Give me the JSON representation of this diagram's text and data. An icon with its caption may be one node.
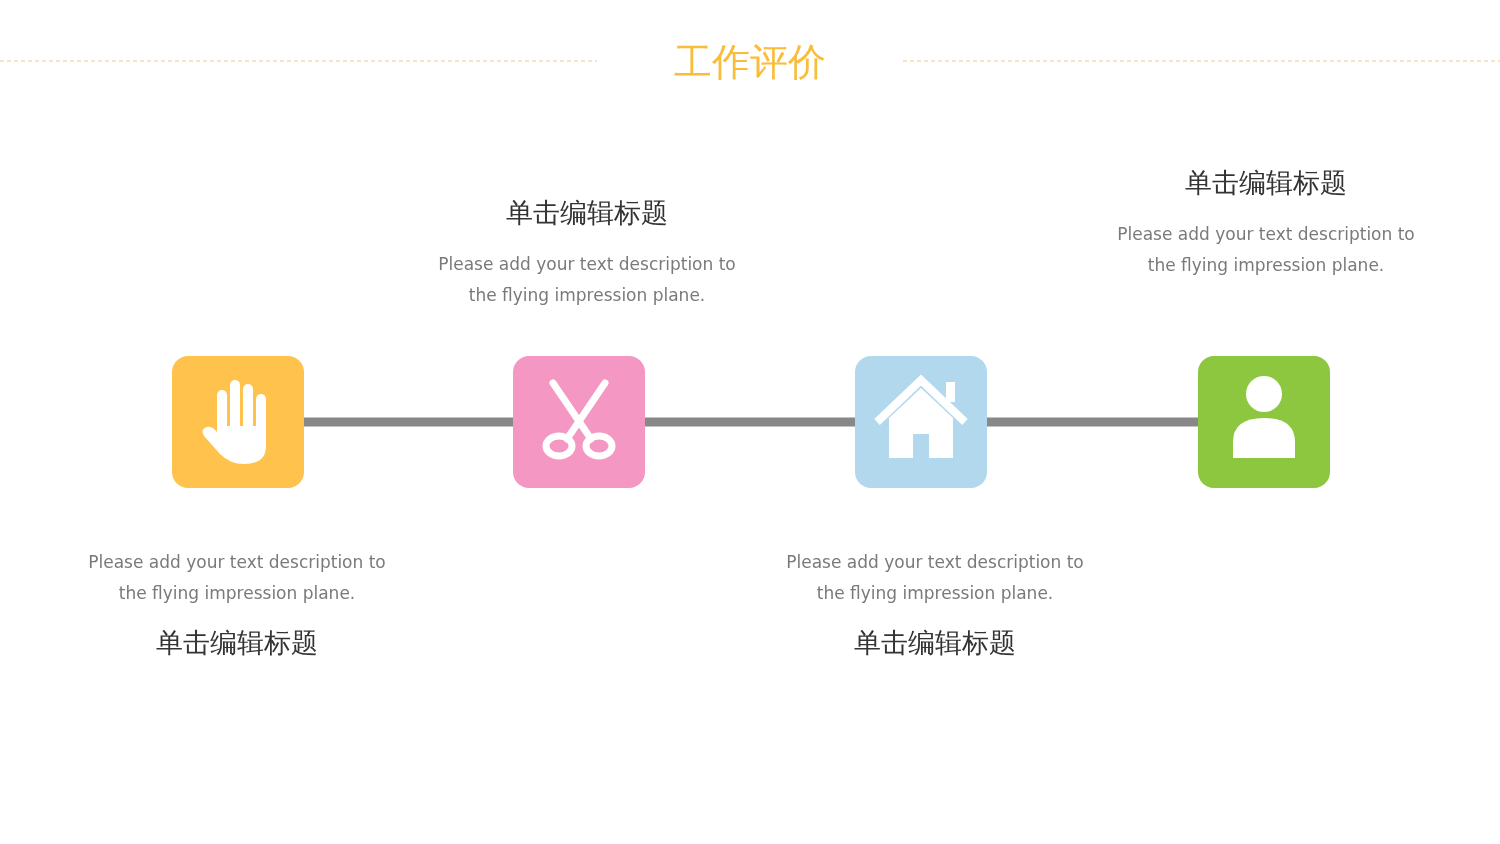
{
  "diagram": {
    "title": "工作评价",
    "nodes": [
      {
        "text": [],
        "shape": "box",
        "beside": [
          "Please add your text description to the flying impression plane.",
          "单击编辑标题"
        ]
      },
      {
        "text": [],
        "shape": "box",
        "beside": [
          "单击编辑标题",
          "Please add your text description to the flying impression plane."
        ]
      },
      {
        "text": [],
        "shape": "box",
        "beside": [
          "Please add your text description to the flying impression plane.",
          "单击编辑标题"
        ]
      },
      {
        "text": [],
        "shape": "box",
        "beside": [
          "单击编辑标题",
          "Please add your text description to the flying impression plane."
        ]
      }
    ],
    "edges": [
      {
        "from": 0,
        "to": 1,
        "arrow": "none"
      },
      {
        "from": 1,
        "to": 2,
        "arrow": "none"
      },
      {
        "from": 2,
        "to": 3,
        "arrow": "none"
      }
    ]
  }
}
